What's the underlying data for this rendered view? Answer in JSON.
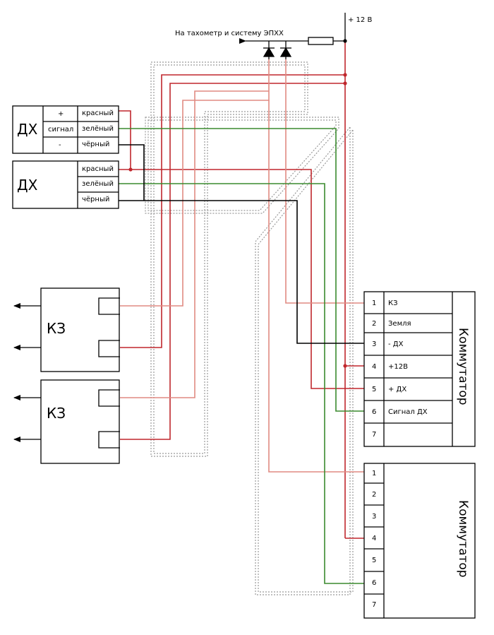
{
  "header": {
    "supply_label": "+ 12 В",
    "tacho_label": "На тахометр и систему ЭПХХ"
  },
  "dx1": {
    "title": "ДХ",
    "pins": [
      "+",
      "сигнал",
      "-"
    ],
    "wires": [
      "красный",
      "зелёный",
      "чёрный"
    ]
  },
  "dx2": {
    "title": "ДХ",
    "wires": [
      "красный",
      "зелёный",
      "чёрный"
    ]
  },
  "kz1": {
    "title": "КЗ"
  },
  "kz2": {
    "title": "КЗ"
  },
  "kommutator1": {
    "title": "Коммутатор",
    "pins": [
      {
        "num": "1",
        "label": "КЗ"
      },
      {
        "num": "2",
        "label": "Земля"
      },
      {
        "num": "3",
        "label": "- ДХ"
      },
      {
        "num": "4",
        "label": "+12В"
      },
      {
        "num": "5",
        "label": "+ ДХ"
      },
      {
        "num": "6",
        "label": "Сигнал ДХ"
      },
      {
        "num": "7",
        "label": ""
      }
    ]
  },
  "kommutator2": {
    "title": "Коммутатор",
    "pins": [
      "1",
      "2",
      "3",
      "4",
      "5",
      "6",
      "7"
    ]
  },
  "colors": {
    "red": "#c0272d",
    "green": "#3a8a2e",
    "pink": "#e08a82",
    "black": "#000000",
    "harness": "#999999"
  }
}
